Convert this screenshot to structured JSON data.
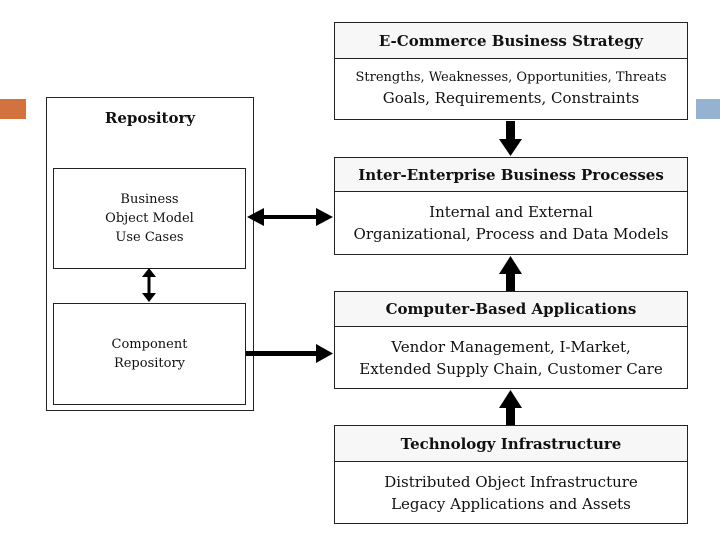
{
  "strategy": {
    "title": "E-Commerce Business Strategy",
    "line1": "Strengths, Weaknesses, Opportunities, Threats",
    "line2": "Goals, Requirements, Constraints"
  },
  "processes": {
    "title": "Inter-Enterprise Business Processes",
    "line1": "Internal and External",
    "line2": "Organizational, Process and Data Models"
  },
  "applications": {
    "title": "Computer-Based Applications",
    "line1": "Vendor Management, I-Market,",
    "line2": "Extended Supply Chain, Customer Care"
  },
  "infrastructure": {
    "title": "Technology Infrastructure",
    "line1": "Distributed Object Infrastructure",
    "line2": "Legacy Applications and Assets"
  },
  "repository": {
    "title": "Repository",
    "bom": {
      "line1": "Business",
      "line2": "Object Model",
      "line3": "Use Cases"
    },
    "component": {
      "line1": "Component",
      "line2": "Repository"
    }
  },
  "colors": {
    "accent_orange": "#d2733f",
    "accent_blue": "#95b3d0",
    "line": "#222222",
    "arrow": "#000000"
  }
}
